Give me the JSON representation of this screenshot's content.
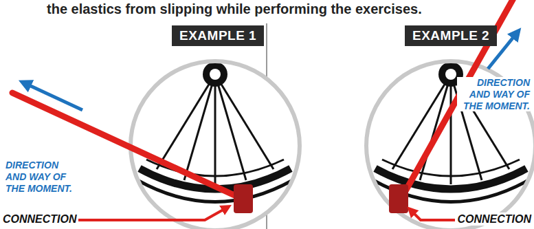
{
  "diagram": {
    "nodes": [
      {
        "text": [
          "EXAMPLE 1"
        ]
      },
      {
        "text": [
          "EXAMPLE 2"
        ]
      }
    ],
    "labels": [
      "the elastics from slipping while performing the exercises.",
      "DIRECTION AND WAY OF THE MOMENT.",
      "CONNECTION",
      "DIRECTION AND WAY OF THE MOMENT.",
      "CONNECTION"
    ]
  }
}
